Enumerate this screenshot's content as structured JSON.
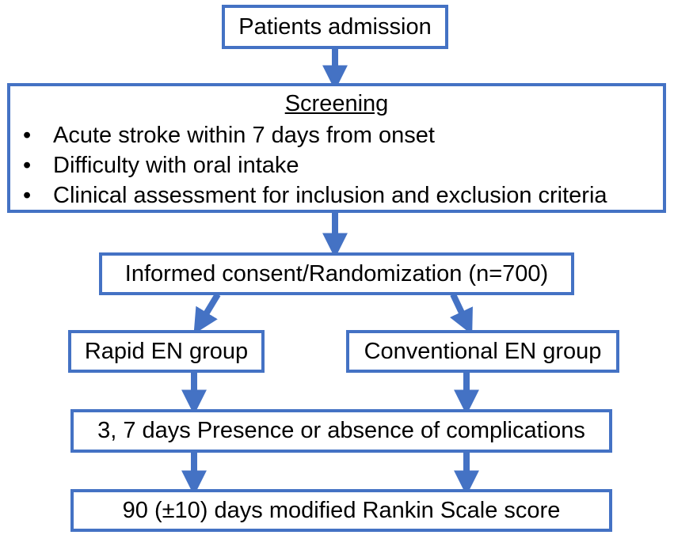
{
  "colors": {
    "box_border": "#4472C4",
    "arrow": "#4472C4"
  },
  "admission": {
    "label": "Patients admission"
  },
  "screening": {
    "title": "Screening",
    "bullet_symbol": "•",
    "items": [
      "Acute stroke within 7 days from onset",
      "Difficulty with oral intake",
      "Clinical assessment for inclusion and exclusion criteria"
    ]
  },
  "consent": {
    "label": "Informed consent/Randomization (n=700)"
  },
  "groups": {
    "rapid": "Rapid EN group",
    "conventional": "Conventional EN group"
  },
  "complications": {
    "label": "3, 7 days Presence or absence of complications"
  },
  "outcome": {
    "label": "90 (±10) days modified Rankin Scale score"
  }
}
